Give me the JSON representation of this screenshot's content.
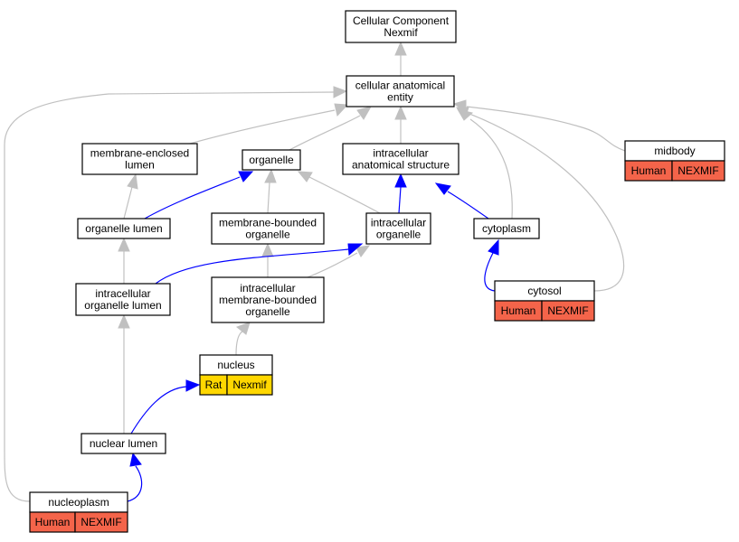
{
  "colors": {
    "background": "#ffffff",
    "is_a_edge": "#c0c0c0",
    "part_of_edge": "#0000ff",
    "human_annotation": "#f4644a",
    "rat_annotation": "#ffd700"
  },
  "nodes": {
    "root": [
      "Cellular Component",
      "Nexmif"
    ],
    "cae": [
      "cellular anatomical",
      "entity"
    ],
    "mel": [
      "membrane-enclosed",
      "lumen"
    ],
    "organelle": [
      "organelle"
    ],
    "ias": [
      "intracellular",
      "anatomical structure"
    ],
    "midbody": [
      "midbody"
    ],
    "ol": [
      "organelle lumen"
    ],
    "mbo": [
      "membrane-bounded",
      "organelle"
    ],
    "io": [
      "intracellular",
      "organelle"
    ],
    "cytoplasm": [
      "cytoplasm"
    ],
    "iol": [
      "intracellular",
      "organelle lumen"
    ],
    "imbo": [
      "intracellular",
      "membrane-bounded",
      "organelle"
    ],
    "cytosol": [
      "cytosol"
    ],
    "nucleus": [
      "nucleus"
    ],
    "nl": [
      "nuclear lumen"
    ],
    "np": [
      "nucleoplasm"
    ]
  },
  "annotations": {
    "midbody": [
      "Human",
      "NEXMIF"
    ],
    "cytosol": [
      "Human",
      "NEXMIF"
    ],
    "nucleus": [
      "Rat",
      "Nexmif"
    ],
    "np": [
      "Human",
      "NEXMIF"
    ]
  }
}
